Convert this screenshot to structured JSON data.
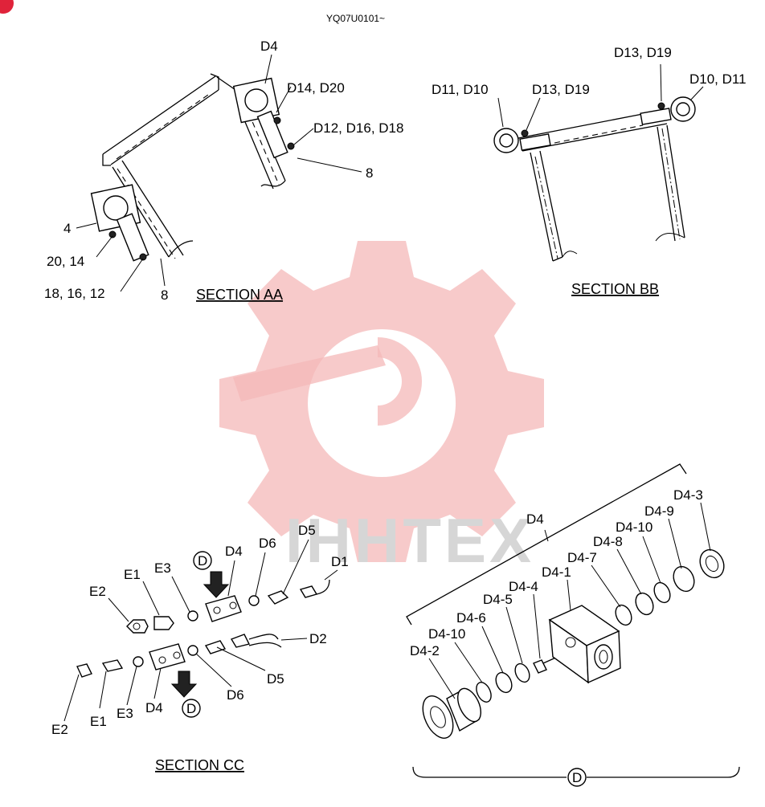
{
  "header": {
    "model_code": "YQ07U0101~"
  },
  "colors": {
    "watermark": "#f4b8b8",
    "watermark_text": "#d6d6d6",
    "corner_badge": "#e0233a"
  },
  "watermark": {
    "text": "IHHTEX"
  },
  "section_aa": {
    "title": "SECTION  AA",
    "labels": {
      "d4": "D4",
      "d14_d20": "D14, D20",
      "d12_d16_d18": "D12, D16, D18",
      "eight_upper": "8",
      "four": "4",
      "twenty_fourteen": "20, 14",
      "eighteen_sixteen_twelve": "18, 16, 12",
      "eight_lower": "8"
    }
  },
  "section_bb": {
    "title": "SECTION  BB",
    "labels": {
      "d13_d19_top": "D13, D19",
      "d11_d10": "D11, D10",
      "d13_d19": "D13, D19",
      "d10_d11": "D10, D11"
    }
  },
  "section_cc": {
    "title": "SECTION  CC",
    "labels": {
      "e2_top": "E2",
      "e1_top": "E1",
      "e3_top": "E3",
      "detail_top": "D",
      "d4_top": "D4",
      "d6_top": "D6",
      "d5_top": "D5",
      "d1": "D1",
      "d2": "D2",
      "d5_bottom": "D5",
      "d6_bottom": "D6",
      "detail_bottom": "D",
      "d4_bottom": "D4",
      "e3_bottom": "E3",
      "e1_bottom": "E1",
      "e2_bottom": "E2"
    }
  },
  "detail_d": {
    "group_label": "D4",
    "bracket_label": "D",
    "labels": {
      "d4_3": "D4-3",
      "d4_9": "D4-9",
      "d4_10_top": "D4-10",
      "d4_8": "D4-8",
      "d4_7": "D4-7",
      "d4_1": "D4-1",
      "d4_4": "D4-4",
      "d4_5": "D4-5",
      "d4_6": "D4-6",
      "d4_10_bottom": "D4-10",
      "d4_2": "D4-2"
    }
  }
}
